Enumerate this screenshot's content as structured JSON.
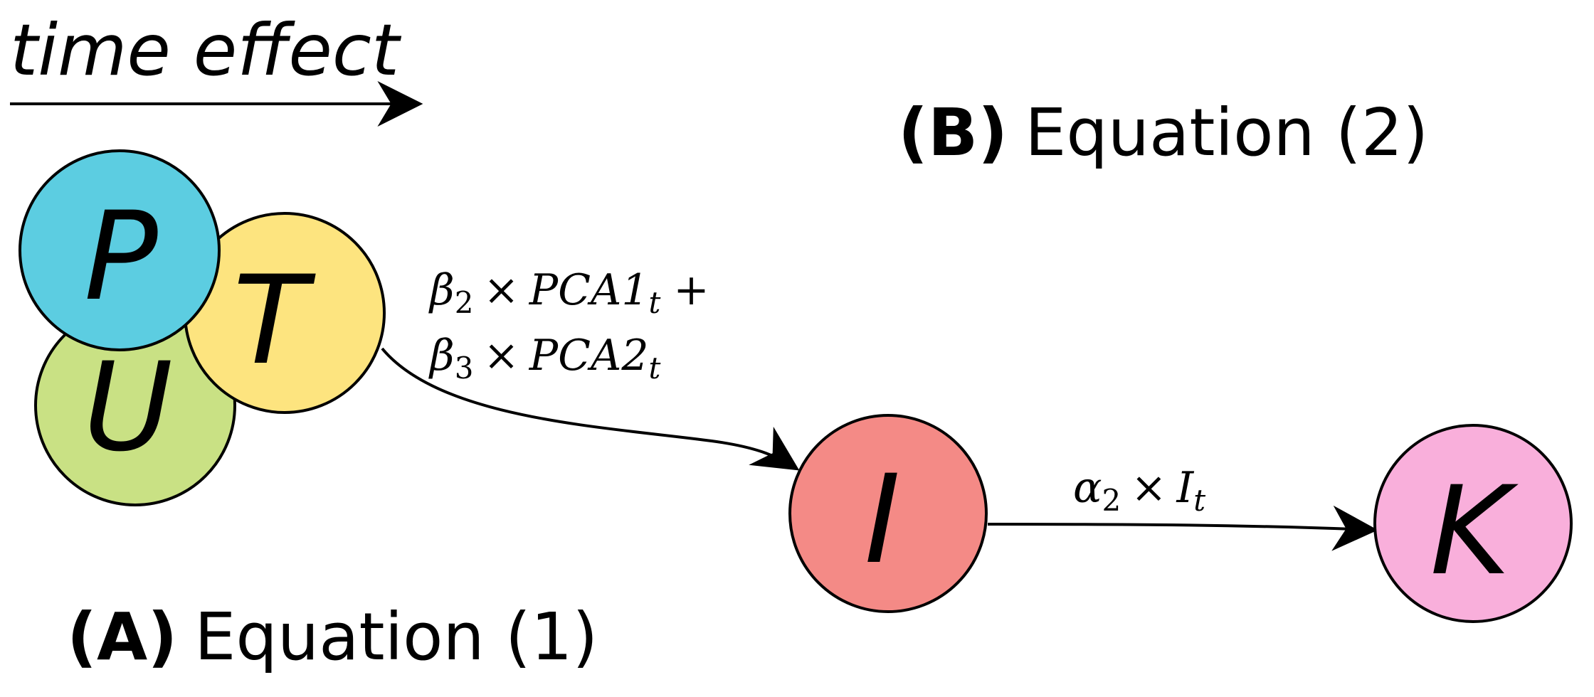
{
  "title": "time effect",
  "panel_a": {
    "letter": "(A)",
    "text": "Equation (1)"
  },
  "panel_b": {
    "letter": "(B)",
    "text": "Equation (2)"
  },
  "nodes": {
    "P": {
      "label": "P",
      "color": "#5ccde1"
    },
    "T": {
      "label": "T",
      "color": "#fde47f"
    },
    "U": {
      "label": "U",
      "color": "#c9e184"
    },
    "I": {
      "label": "I",
      "color": "#f48a86"
    },
    "K": {
      "label": "K",
      "color": "#f9afdb"
    }
  },
  "edges": {
    "ptu_to_i": {
      "line1": {
        "coef": "β",
        "coef_sub": "2",
        "op": "×",
        "var": "PCA1",
        "var_sub": "t",
        "plus": "+"
      },
      "line2": {
        "coef": "β",
        "coef_sub": "3",
        "op": "×",
        "var": "PCA2",
        "var_sub": "t"
      }
    },
    "i_to_k": {
      "coef": "α",
      "coef_sub": "2",
      "op": "×",
      "var": "I",
      "var_sub": "t"
    }
  }
}
